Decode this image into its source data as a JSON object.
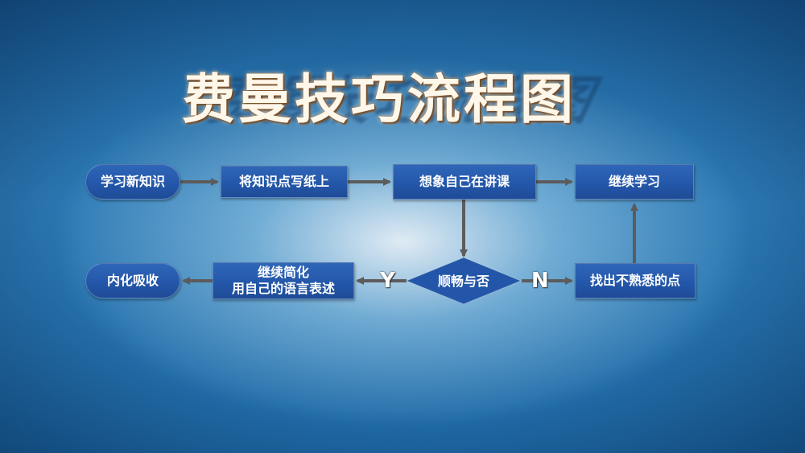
{
  "title": "费曼技巧流程图",
  "nodes": {
    "learn_new": "学习新知识",
    "write_paper": "将知识点写纸上",
    "imagine_lecture": "想象自己在讲课",
    "continue_learn": "继续学习",
    "smooth_or_not": "顺畅与否",
    "find_unfamiliar": "找出不熟悉的点",
    "simplify_line1": "继续简化",
    "simplify_line2": "用自己的语言表述",
    "internalize": "内化吸收"
  },
  "labels": {
    "yes": "Y",
    "no": "N"
  },
  "colors": {
    "node": "#2356a8",
    "arrow": "#5c5c5c",
    "title": "#fff8ea"
  }
}
